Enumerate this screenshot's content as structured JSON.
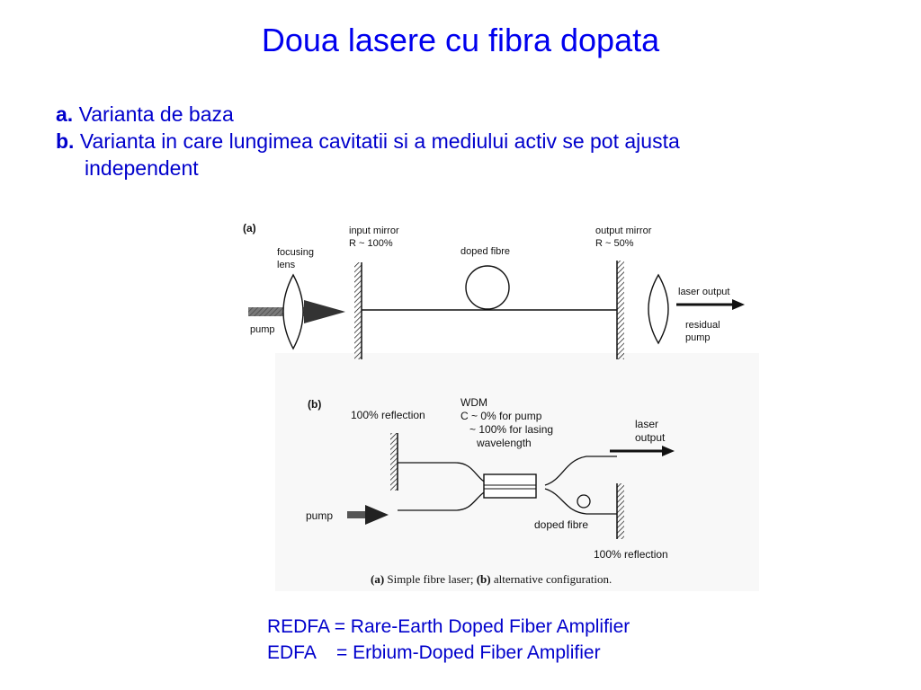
{
  "slide": {
    "title": "Doua lasere cu fibra dopata",
    "bullet_a_marker": "a.",
    "bullet_a_text": "Varianta de baza",
    "bullet_b_marker": "b.",
    "bullet_b_text": "Varianta in care lungimea cavitatii si a mediului activ se pot ajusta",
    "bullet_b_cont": "independent"
  },
  "figure": {
    "panel_a": {
      "tag": "(a)",
      "focusing_lens": [
        "focusing",
        "lens"
      ],
      "input_mirror": [
        "input mirror",
        "R ~ 100%"
      ],
      "doped_fibre": "doped fibre",
      "output_mirror": [
        "output mirror",
        "R ~ 50%"
      ],
      "laser_output": "laser output",
      "residual_pump": [
        "residual",
        "pump"
      ],
      "pump": "pump"
    },
    "panel_b": {
      "tag": "(b)",
      "reflection_top": "100% reflection",
      "wdm": [
        "WDM",
        "C ~ 0% for pump",
        "~ 100% for lasing",
        "wavelength"
      ],
      "laser_output": [
        "laser",
        "output"
      ],
      "pump": "pump",
      "doped_fibre": "doped fibre",
      "reflection_bottom": "100% reflection"
    },
    "caption": {
      "a_marker": "(a)",
      "a_text": "Simple fibre laser;",
      "b_marker": "(b)",
      "b_text": "alternative configuration."
    }
  },
  "definitions": [
    "REDFA = Rare-Earth Doped Fiber Amplifier",
    "EDFA    = Erbium-Doped Fiber Amplifier"
  ],
  "colors": {
    "title": "#0000ee",
    "text": "#0000cc",
    "ink": "#111111"
  }
}
